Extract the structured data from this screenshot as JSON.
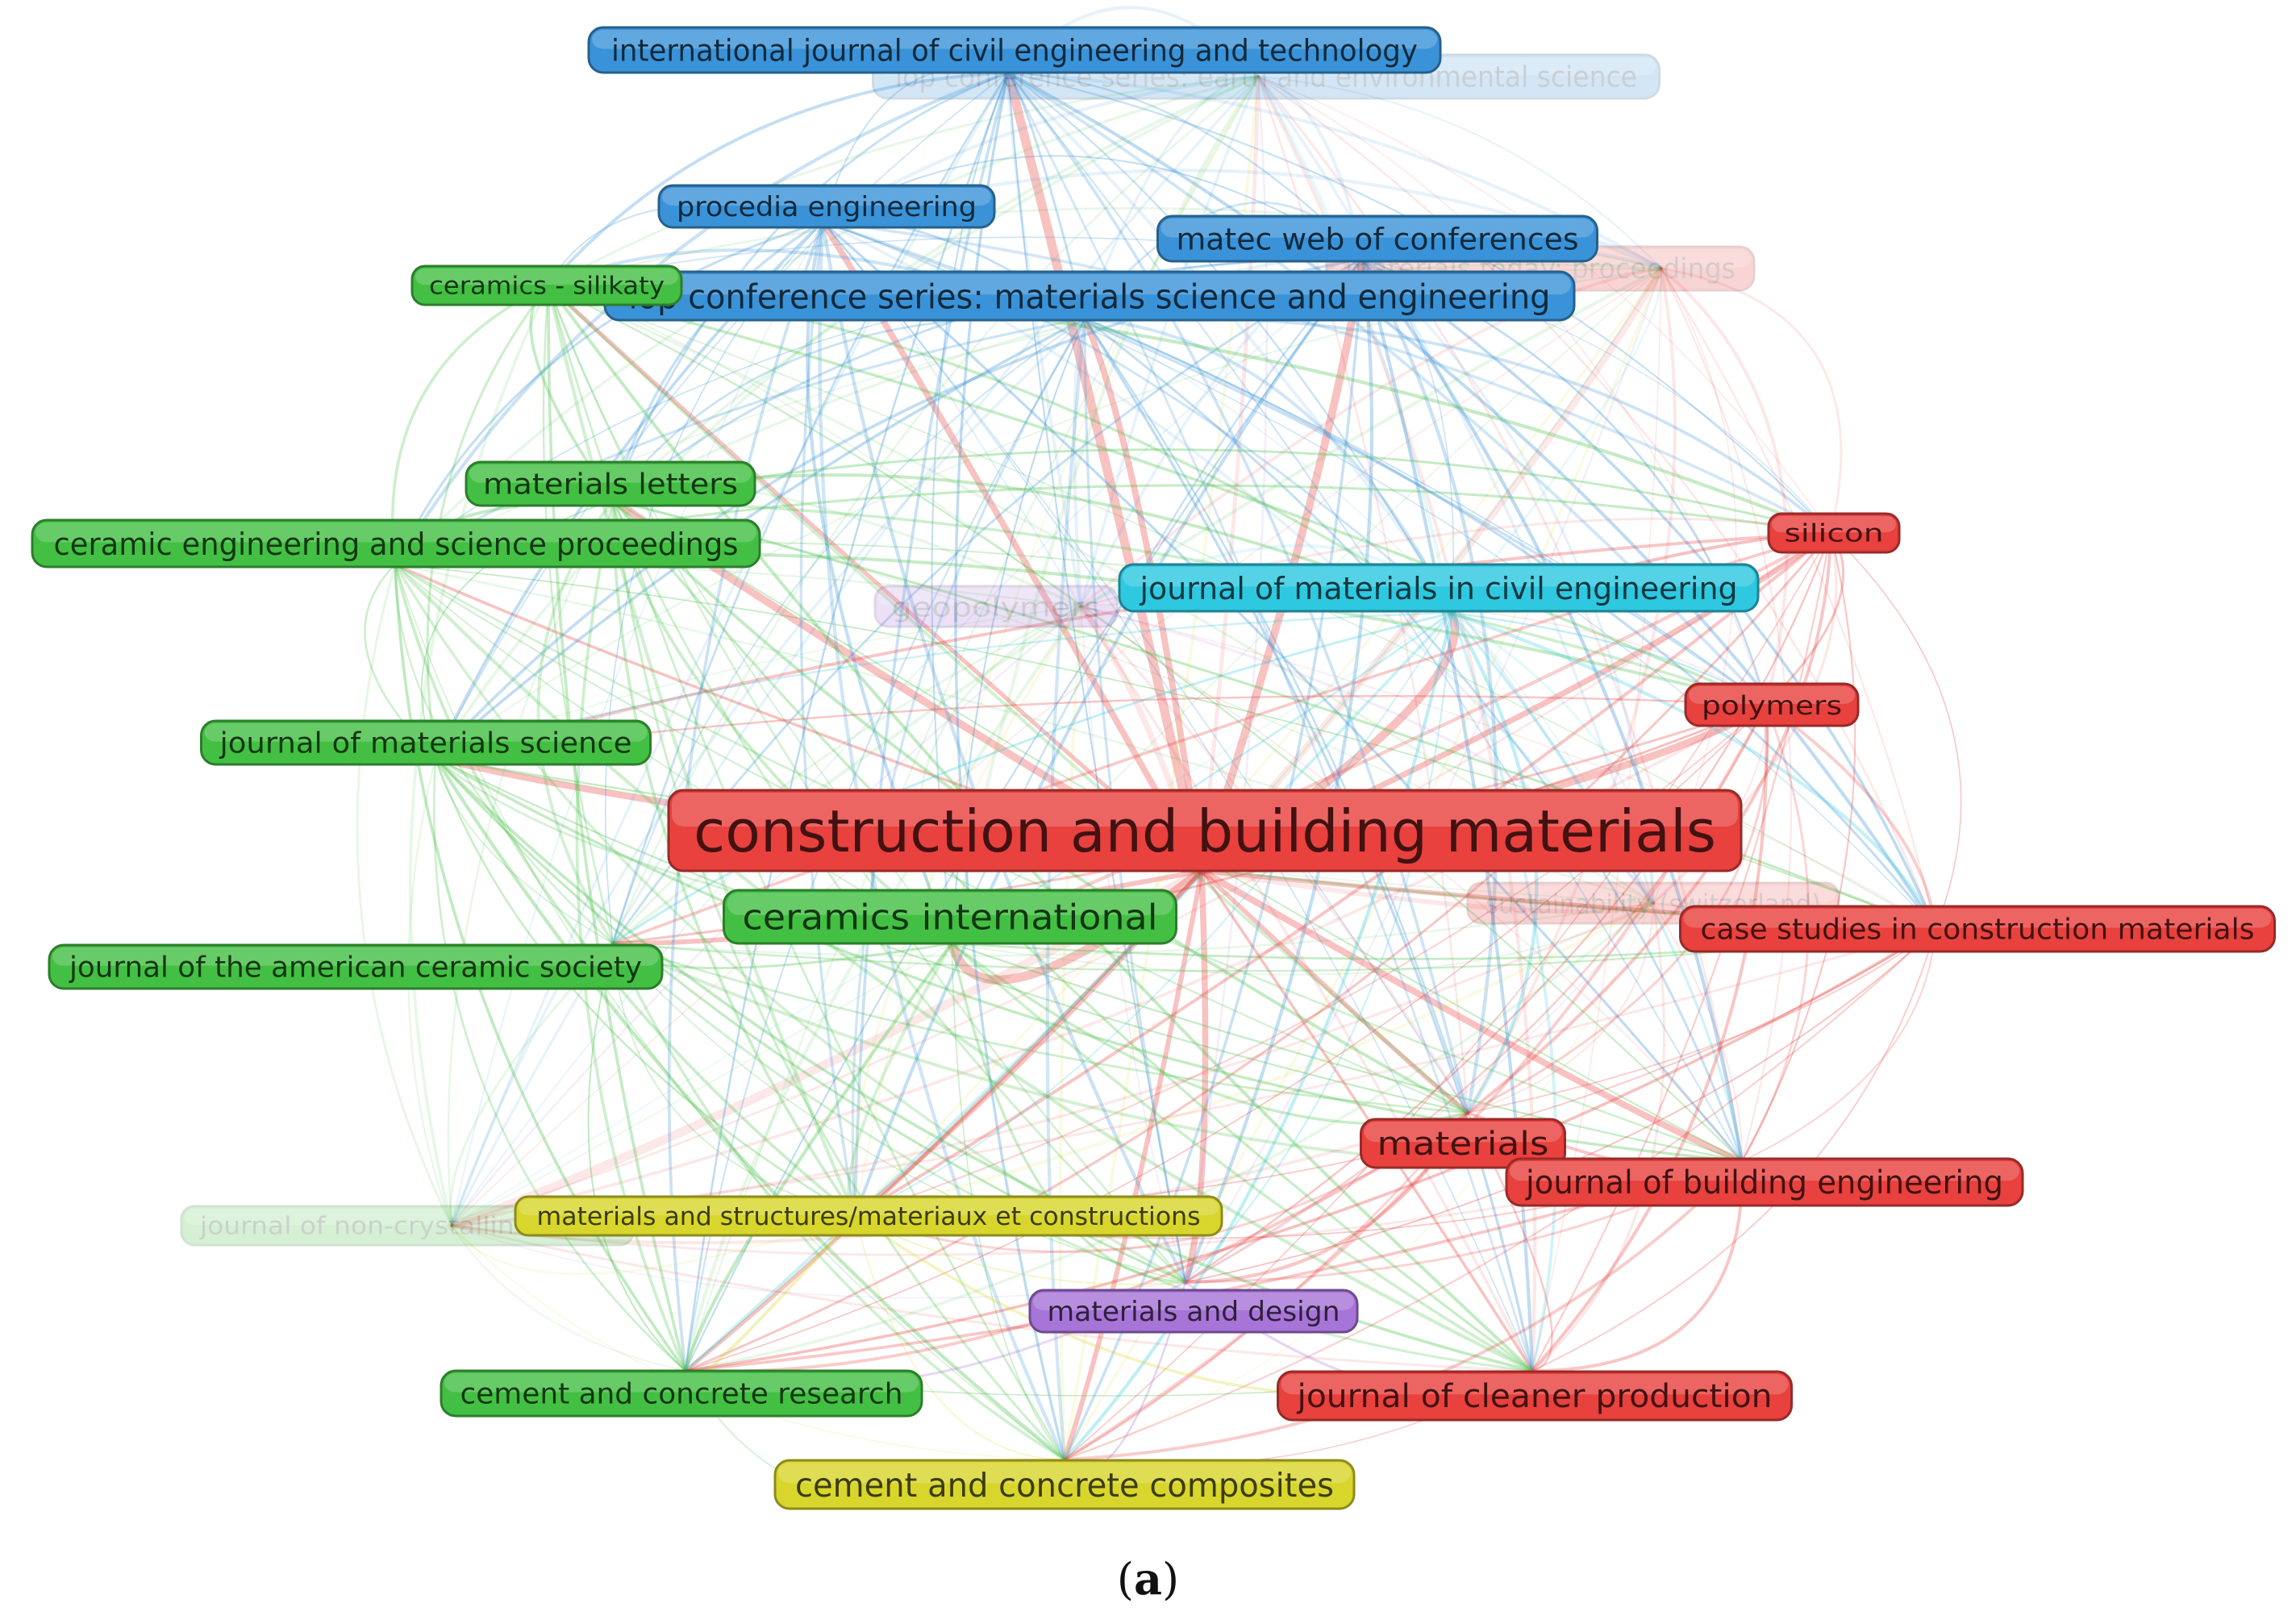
{
  "panel_label": {
    "open": "(",
    "letter": "a",
    "close": ")"
  },
  "colors": {
    "red": "#e8413e",
    "green": "#43c043",
    "blue": "#3a93d8",
    "cyan": "#2ec8e0",
    "yellow": "#d8d62c",
    "purple": "#a774d8"
  },
  "nodes": [
    {
      "id": "construction-and-building-materials",
      "label": "construction and building materials",
      "cluster": "red",
      "faded": false
    },
    {
      "id": "international-journal-of-civil-engineering-and-technology",
      "label": "international journal of civil engineering and technology",
      "cluster": "blue",
      "faded": false
    },
    {
      "id": "iop-conference-series-earth-and-environmental-science",
      "label": "iop conference series: earth and environmental science",
      "cluster": "blue",
      "faded": true
    },
    {
      "id": "procedia-engineering",
      "label": "procedia engineering",
      "cluster": "blue",
      "faded": false
    },
    {
      "id": "matec-web-of-conferences",
      "label": "matec web of conferences",
      "cluster": "blue",
      "faded": false
    },
    {
      "id": "iop-conference-series-materials-science-and-engineering",
      "label": "iop conference series: materials science and engineering",
      "cluster": "blue",
      "faded": false
    },
    {
      "id": "materials-today-proceedings",
      "label": "materials today: proceedings",
      "cluster": "red",
      "faded": true
    },
    {
      "id": "ceramics-silikaty",
      "label": "ceramics - silikaty",
      "cluster": "green",
      "faded": false
    },
    {
      "id": "materials-letters",
      "label": "materials letters",
      "cluster": "green",
      "faded": false
    },
    {
      "id": "ceramic-engineering-and-science-proceedings",
      "label": "ceramic engineering and science proceedings",
      "cluster": "green",
      "faded": false
    },
    {
      "id": "silicon",
      "label": "silicon",
      "cluster": "red",
      "faded": false
    },
    {
      "id": "journal-of-materials-in-civil-engineering",
      "label": "journal of materials in civil engineering",
      "cluster": "cyan",
      "faded": false
    },
    {
      "id": "geopolymers",
      "label": "geopolymers",
      "cluster": "purple",
      "faded": true
    },
    {
      "id": "polymers",
      "label": "polymers",
      "cluster": "red",
      "faded": false
    },
    {
      "id": "journal-of-materials-science",
      "label": "journal of materials science",
      "cluster": "green",
      "faded": false
    },
    {
      "id": "ceramics-international",
      "label": "ceramics international",
      "cluster": "green",
      "faded": false
    },
    {
      "id": "journal-of-the-american-ceramic-society",
      "label": "journal of the american ceramic society",
      "cluster": "green",
      "faded": false
    },
    {
      "id": "sustainability-switzerland",
      "label": "sustainability (switzerland)",
      "cluster": "red",
      "faded": true
    },
    {
      "id": "case-studies-in-construction-materials",
      "label": "case studies in construction materials",
      "cluster": "red",
      "faded": false
    },
    {
      "id": "materials",
      "label": "materials",
      "cluster": "red",
      "faded": false
    },
    {
      "id": "journal-of-building-engineering",
      "label": "journal of building engineering",
      "cluster": "red",
      "faded": false
    },
    {
      "id": "journal-of-non-crystalline-solids",
      "label": "journal of non-crystalline solids",
      "cluster": "green",
      "faded": true
    },
    {
      "id": "materials-and-structures",
      "label": "materials and structures/materiaux et constructions",
      "cluster": "yellow",
      "faded": false
    },
    {
      "id": "materials-and-design",
      "label": "materials and design",
      "cluster": "purple",
      "faded": false
    },
    {
      "id": "cement-and-concrete-research",
      "label": "cement and concrete research",
      "cluster": "green",
      "faded": false
    },
    {
      "id": "journal-of-cleaner-production",
      "label": "journal of cleaner production",
      "cluster": "red",
      "faded": false
    },
    {
      "id": "cement-and-concrete-composites",
      "label": "cement and concrete composites",
      "cluster": "yellow",
      "faded": false
    }
  ]
}
